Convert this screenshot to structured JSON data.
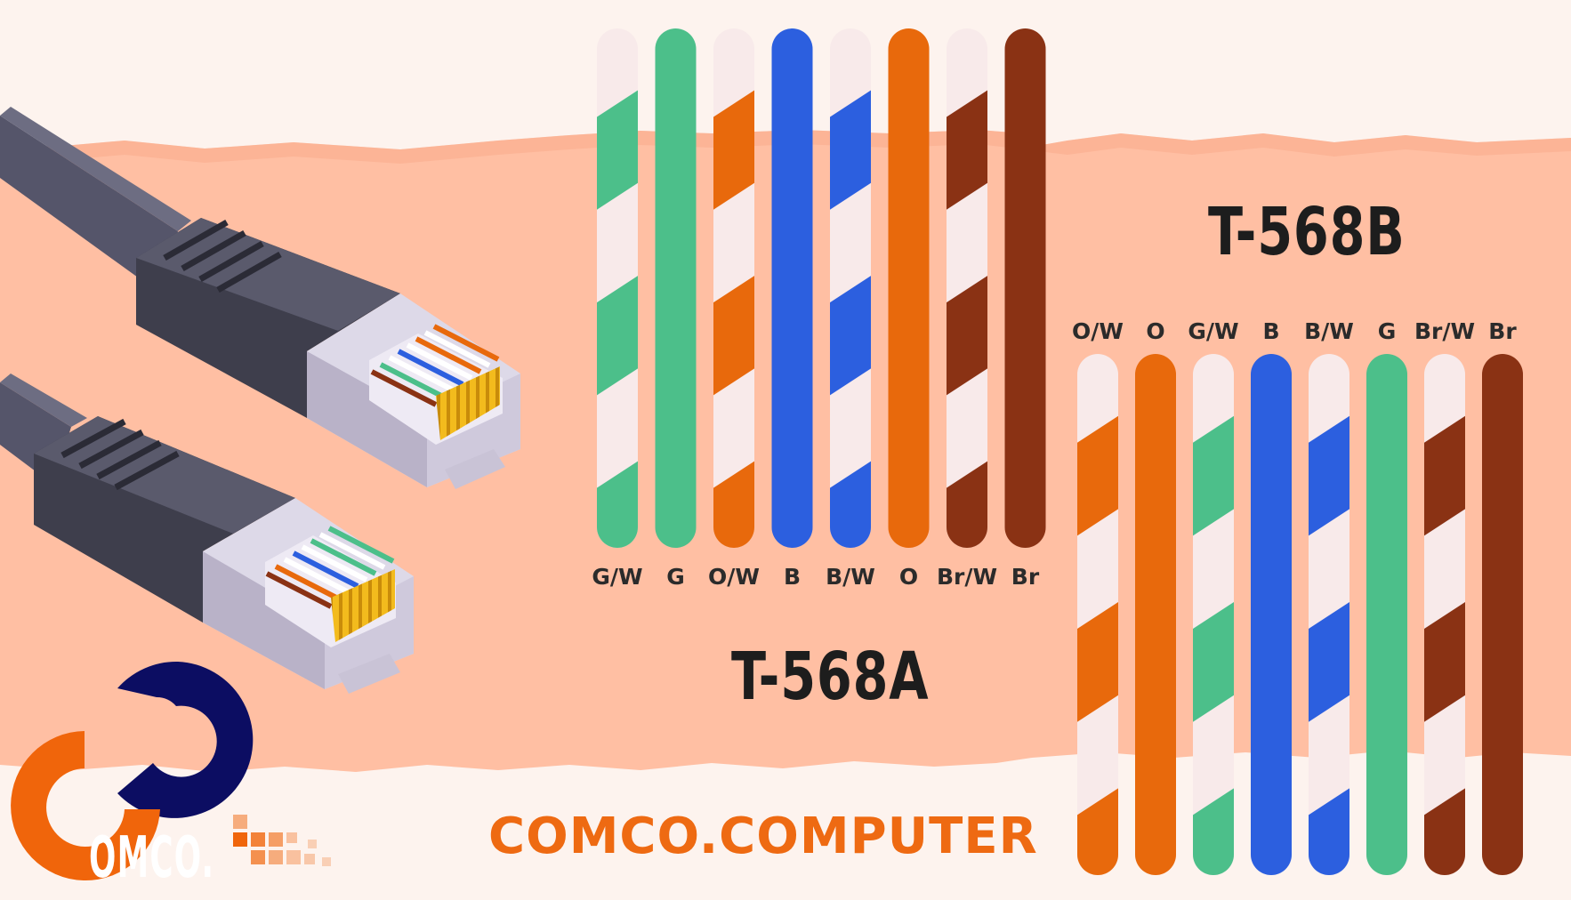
{
  "standards": {
    "a": {
      "title": "T-568A",
      "wires": [
        {
          "label": "G/W",
          "color": "#4cbf8a",
          "striped": true
        },
        {
          "label": "G",
          "color": "#4cbf8a",
          "striped": false
        },
        {
          "label": "O/W",
          "color": "#e8690c",
          "striped": true
        },
        {
          "label": "B",
          "color": "#2c5fdf",
          "striped": false
        },
        {
          "label": "B/W",
          "color": "#2c5fdf",
          "striped": true
        },
        {
          "label": "O",
          "color": "#e8690c",
          "striped": false
        },
        {
          "label": "Br/W",
          "color": "#8a3214",
          "striped": true
        },
        {
          "label": "Br",
          "color": "#8a3214",
          "striped": false
        }
      ]
    },
    "b": {
      "title": "T-568B",
      "wires": [
        {
          "label": "O/W",
          "color": "#e8690c",
          "striped": true
        },
        {
          "label": "O",
          "color": "#e8690c",
          "striped": false
        },
        {
          "label": "G/W",
          "color": "#4cbf8a",
          "striped": true
        },
        {
          "label": "B",
          "color": "#2c5fdf",
          "striped": false
        },
        {
          "label": "B/W",
          "color": "#2c5fdf",
          "striped": true
        },
        {
          "label": "G",
          "color": "#4cbf8a",
          "striped": false
        },
        {
          "label": "Br/W",
          "color": "#8a3214",
          "striped": true
        },
        {
          "label": "Br",
          "color": "#8a3214",
          "striped": false
        }
      ]
    }
  },
  "site": {
    "name": "COMCO.COMPUTER"
  },
  "logo": {
    "word": "OMCO.",
    "primary_color": "#f0650b",
    "secondary_color": "#0c0d62"
  },
  "colors": {
    "background": "#fdf3ee",
    "band": "#ffbfa3",
    "wire_white": "#f8eaea",
    "cable": "#55556a"
  },
  "icons": [
    "rj45-connector-icon",
    "rj45-connector-icon"
  ]
}
